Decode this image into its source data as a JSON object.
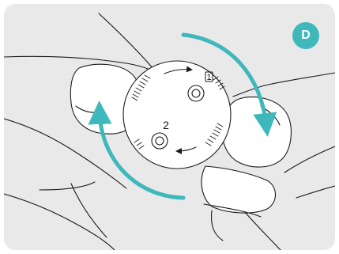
{
  "step": {
    "label": "D",
    "color": "#3fb8bb"
  },
  "disc": {
    "marker_one": "1",
    "marker_two": "2"
  },
  "colors": {
    "background": "#e9e9ea",
    "outline": "#1a1a1a",
    "arrow": "#3fb8bb"
  }
}
